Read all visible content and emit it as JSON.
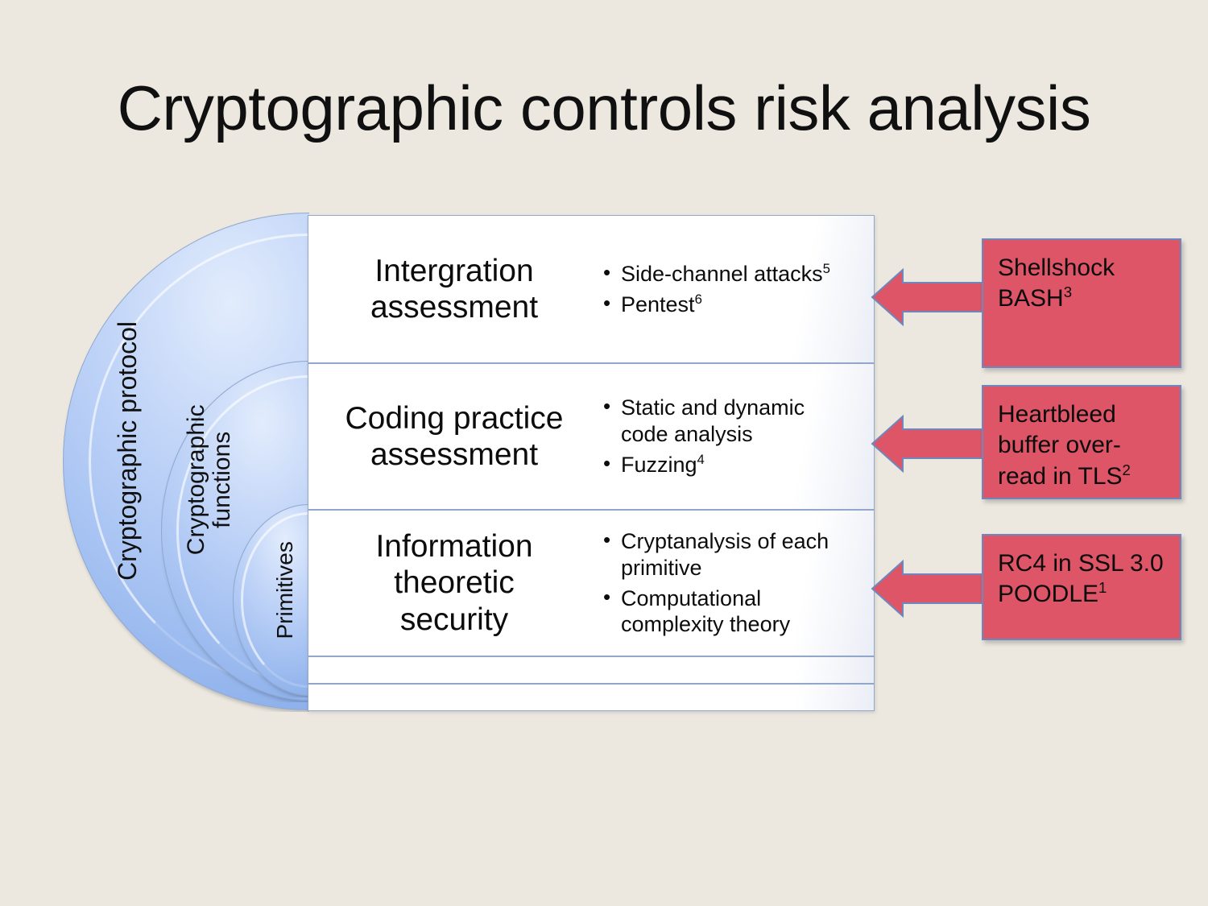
{
  "slide": {
    "title": "Cryptographic controls risk analysis",
    "background_color": "#ece8df"
  },
  "layers": {
    "label": "Nested cryptographic layers",
    "items": [
      {
        "name": "outer-layer",
        "label": "Cryptographic protocol"
      },
      {
        "name": "middle-layer",
        "label": "Cryptographic\nfunctions"
      },
      {
        "name": "inner-layer",
        "label": "Primitives"
      }
    ],
    "fill_color": "#a6c2f2",
    "border_color": "#8fa8cf"
  },
  "rows": [
    {
      "name": "intergration-assessment",
      "title": "Intergration\nassessment",
      "bullets": [
        {
          "text": "Side-channel attacks",
          "note": "5"
        },
        {
          "text": "Pentest",
          "note": "6"
        }
      ]
    },
    {
      "name": "coding-practice-assessment",
      "title": "Coding practice\nassessment",
      "bullets": [
        {
          "text": "Static and dynamic\ncode analysis",
          "note": ""
        },
        {
          "text": "Fuzzing",
          "note": "4"
        }
      ]
    },
    {
      "name": "information-theoretic-security",
      "title": "Information\ntheoretic\nsecurity",
      "bullets": [
        {
          "text": "Cryptanalysis of each\nprimitive",
          "note": ""
        },
        {
          "text": "Computational\ncomplexity theory",
          "note": ""
        }
      ]
    },
    {
      "name": "empty-row-1",
      "title": "",
      "bullets": []
    },
    {
      "name": "empty-row-2",
      "title": "",
      "bullets": []
    }
  ],
  "callouts": [
    {
      "name": "shellshock-bash",
      "lines": [
        "Shellshock",
        "BASH"
      ],
      "note": "3",
      "color": "#dd5566",
      "border_color": "#6e88bd"
    },
    {
      "name": "heartbleed-tls",
      "lines": [
        "Heartbleed",
        "buffer over-",
        "read in TLS"
      ],
      "note": "2",
      "color": "#dd5566",
      "border_color": "#6e88bd"
    },
    {
      "name": "rc4-ssl-poodle",
      "lines": [
        "RC4 in SSL 3.0",
        "POODLE"
      ],
      "note": "1",
      "color": "#dd5566",
      "border_color": "#6e88bd"
    }
  ]
}
